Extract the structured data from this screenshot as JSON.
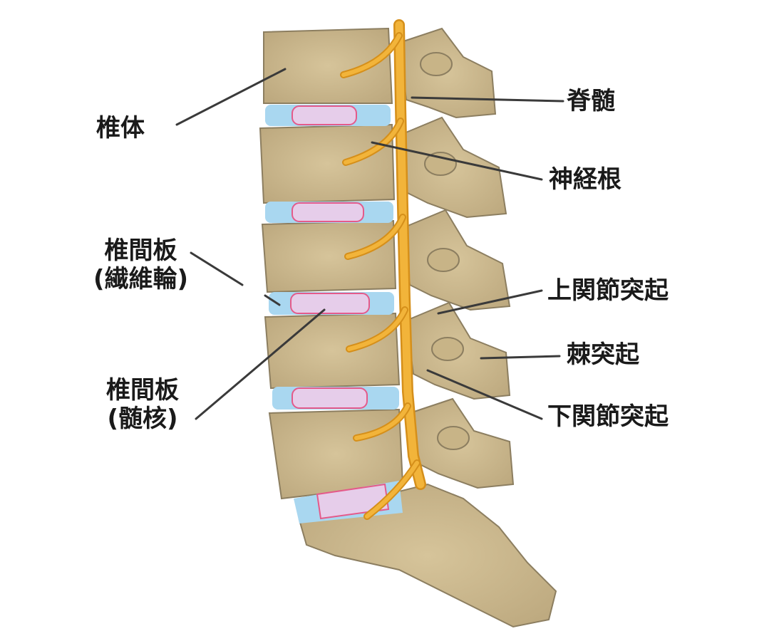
{
  "labels": {
    "vertebral_body": "椎体",
    "spinal_cord": "脊髄",
    "nerve_root": "神経根",
    "disc_annulus_line1": "椎間板",
    "disc_annulus_line2": "(繊維輪)",
    "superior_articular_process": "上関節突起",
    "spinous_process": "棘突起",
    "disc_nucleus_line1": "椎間板",
    "disc_nucleus_line2": "(髄核)",
    "inferior_articular_process": "下関節突起"
  },
  "colors": {
    "bone": "#cdb98d",
    "bone_shadow": "#b3a07a",
    "bone_outline": "#8c7e60",
    "annulus": "#a9d7f0",
    "nucleus": "#e6cdea",
    "nucleus_edge": "#e45a8a",
    "nerve": "#f2b43a",
    "nerve_outline": "#d58f1a",
    "leader_line": "#3a3a3a"
  }
}
